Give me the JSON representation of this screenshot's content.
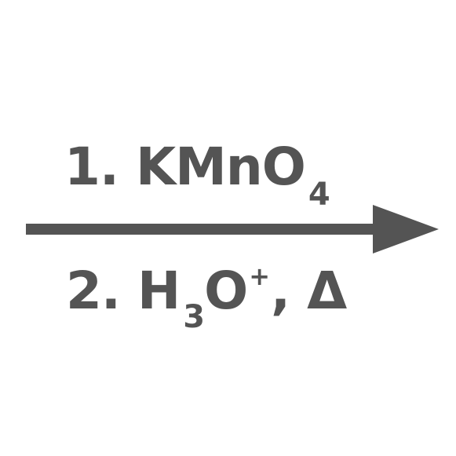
{
  "reaction": {
    "reagents": [
      {
        "step": "1.",
        "formula": "KMnO",
        "subscript": "4"
      },
      {
        "step": "2.",
        "formula_part1": "H",
        "subscript": "3",
        "formula_part2": "O",
        "superscript": "+",
        "separator": ",",
        "condition": "Δ"
      }
    ],
    "arrow_color": "#545454",
    "text_color": "#545454"
  }
}
